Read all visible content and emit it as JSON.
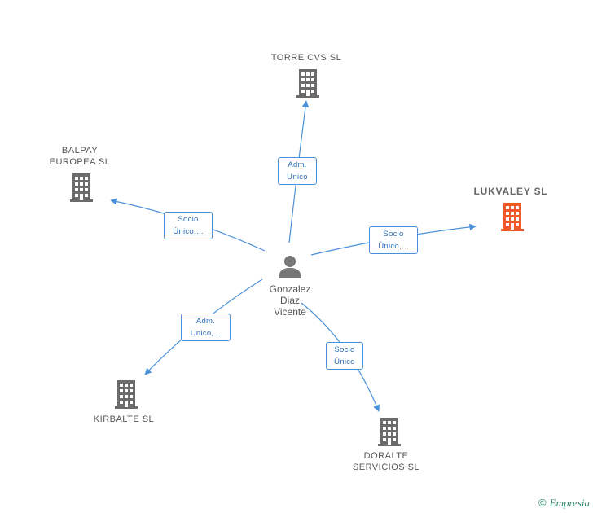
{
  "colors": {
    "edge": "#4a90d9",
    "building_gray": "#6b6b6b",
    "building_highlight": "#f05a28",
    "person": "#777777"
  },
  "person": {
    "name_lines": [
      "Gonzalez",
      "Diaz",
      "Vicente"
    ],
    "icon": "person-icon"
  },
  "companies": [
    {
      "id": "torre-cvs",
      "name_lines": [
        "TORRE CVS SL"
      ],
      "highlight": false,
      "icon": "building-icon"
    },
    {
      "id": "balpay-europea",
      "name_lines": [
        "BALPAY",
        "EUROPEA SL"
      ],
      "highlight": false,
      "icon": "building-icon"
    },
    {
      "id": "lukvaley",
      "name_lines": [
        "LUKVALEY SL"
      ],
      "highlight": true,
      "icon": "building-icon"
    },
    {
      "id": "kirbalte",
      "name_lines": [
        "KIRBALTE SL"
      ],
      "highlight": false,
      "icon": "building-icon"
    },
    {
      "id": "doralte-servicios",
      "name_lines": [
        "DORALTE",
        "SERVICIOS SL"
      ],
      "highlight": false,
      "icon": "building-icon"
    }
  ],
  "relations": [
    {
      "target": "torre-cvs",
      "lines": [
        "Adm.",
        "Unico"
      ]
    },
    {
      "target": "balpay-europea",
      "lines": [
        "Socio",
        "Único,..."
      ]
    },
    {
      "target": "lukvaley",
      "lines": [
        "Socio",
        "Único,..."
      ]
    },
    {
      "target": "kirbalte",
      "lines": [
        "Adm.",
        "Unico,..."
      ]
    },
    {
      "target": "doralte-servicios",
      "lines": [
        "Socio",
        "Único"
      ]
    }
  ],
  "footer": {
    "copyright_symbol": "©",
    "brand": "Empresia",
    "icon": "copyright-icon"
  }
}
